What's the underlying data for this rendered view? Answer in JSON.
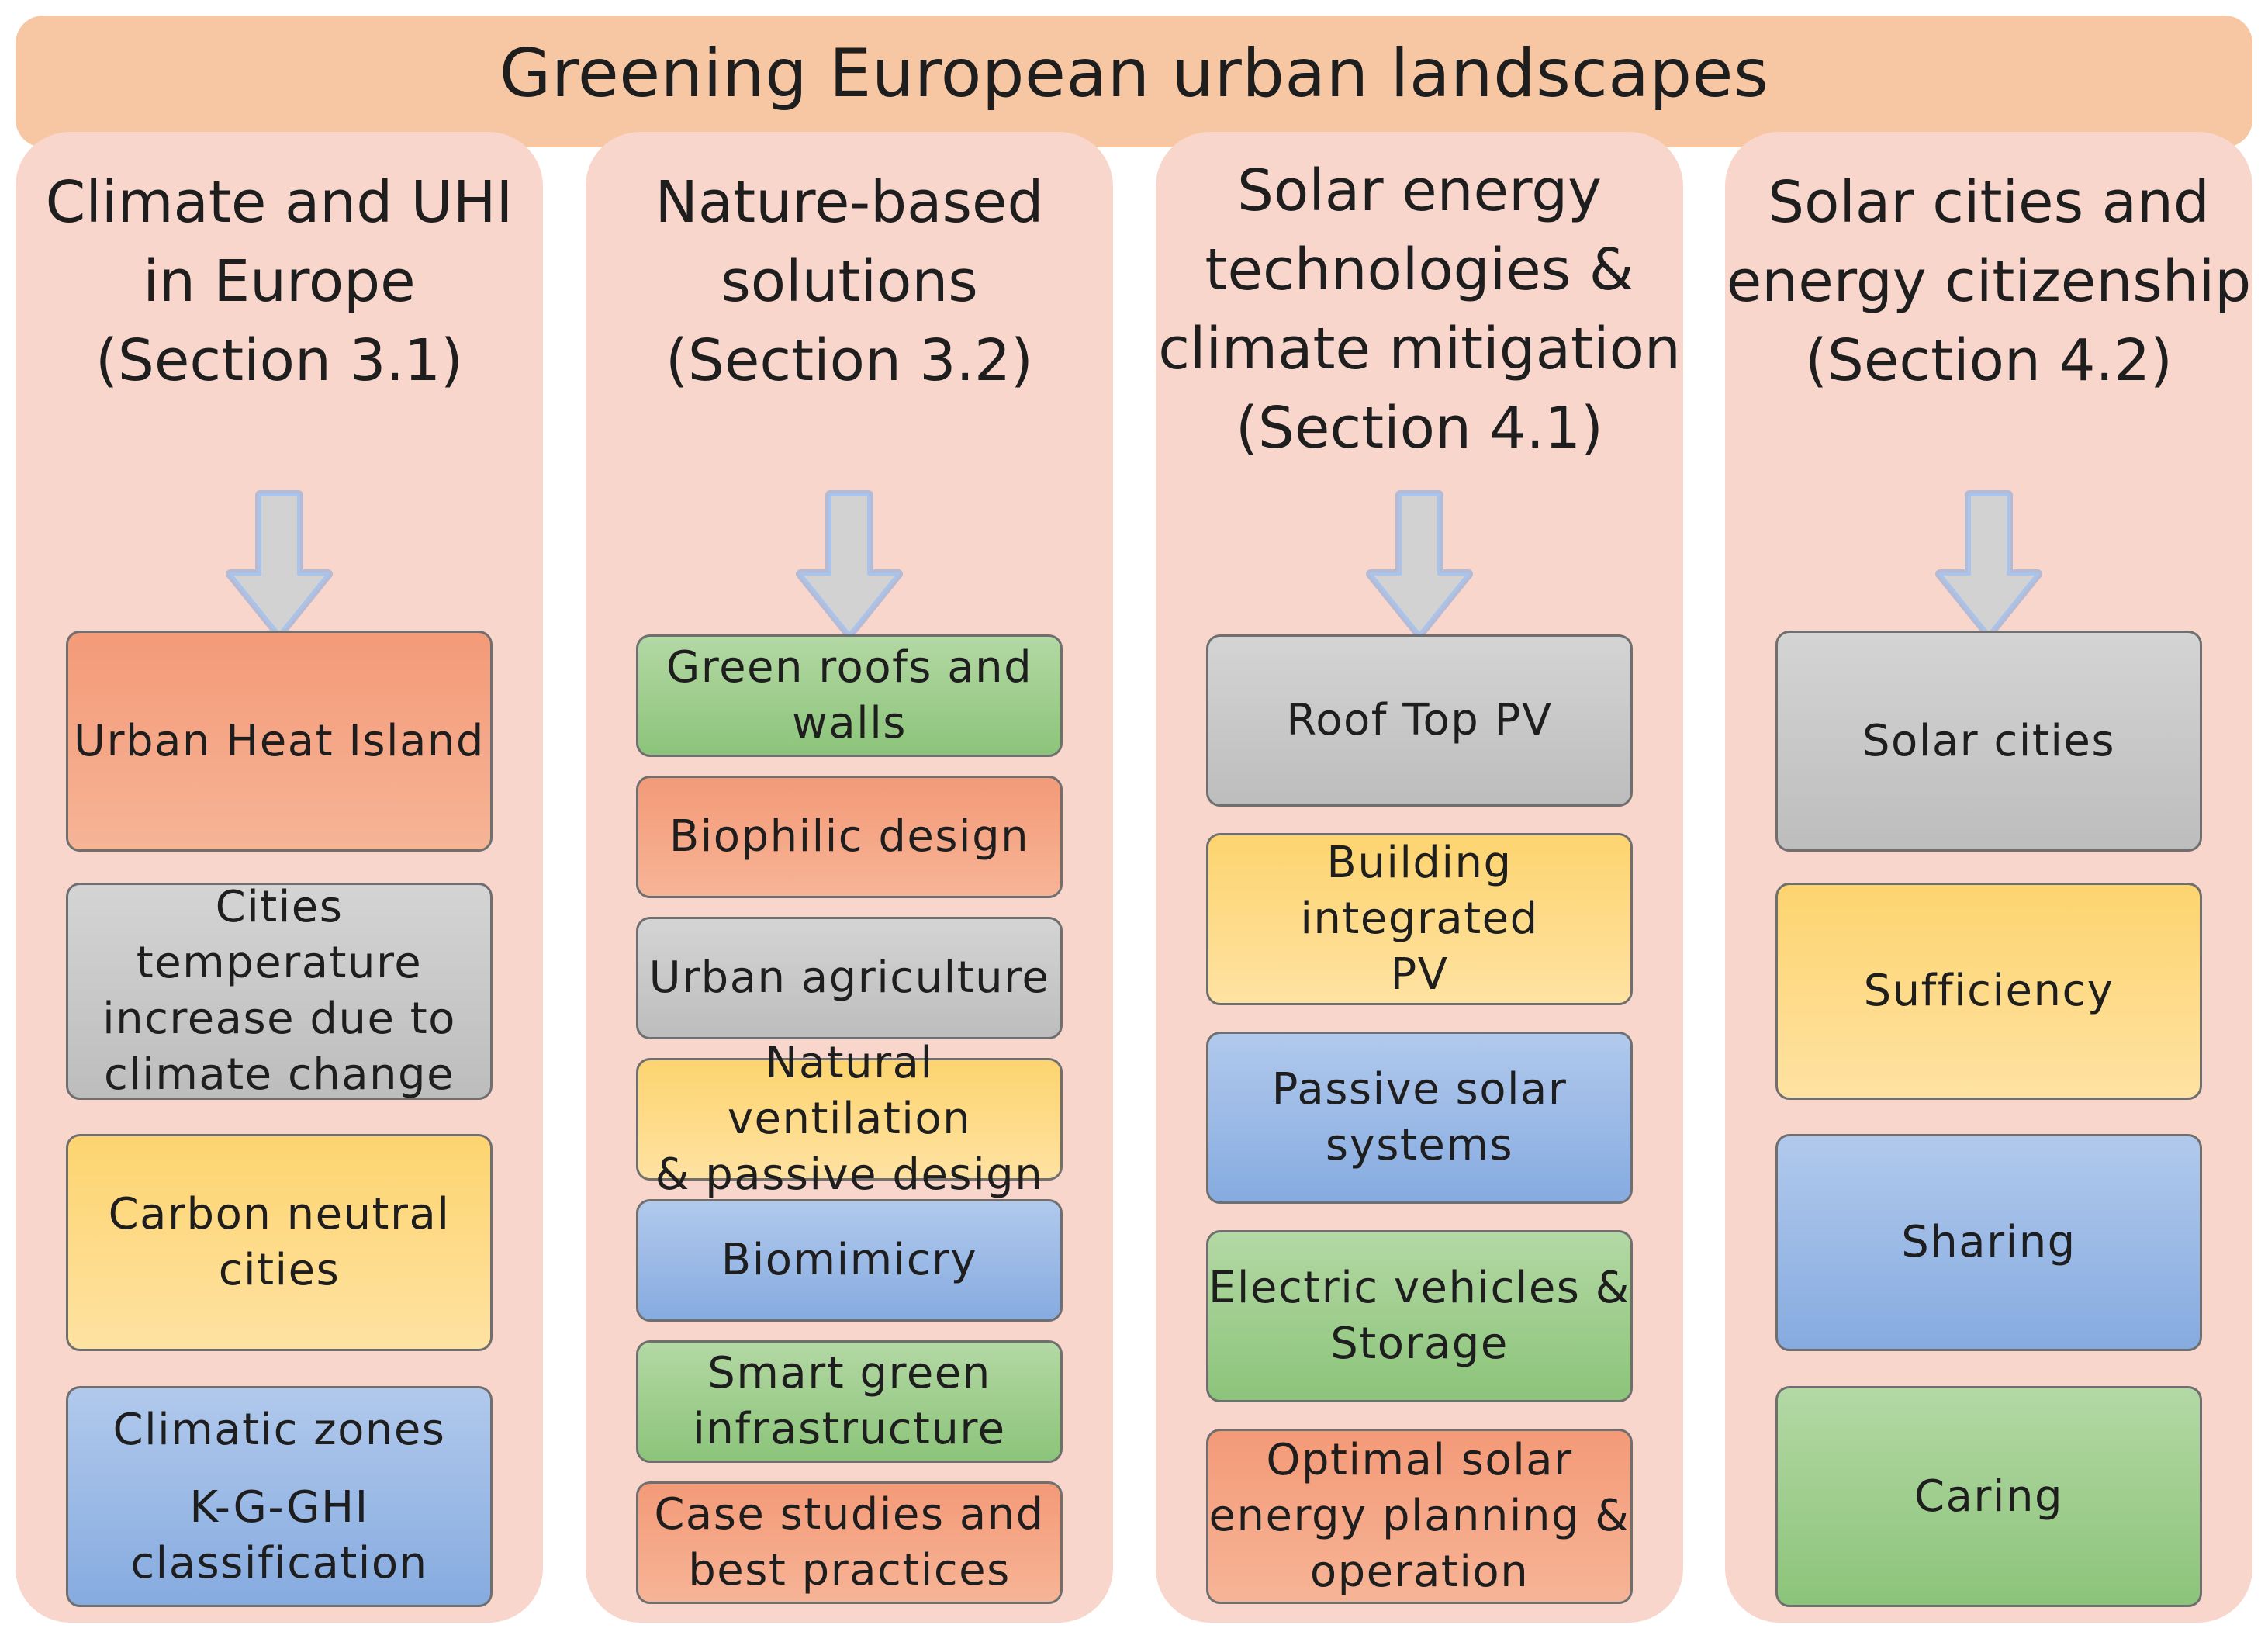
{
  "title": "Greening European urban landscapes",
  "columns": [
    {
      "title_lines": [
        "Climate and UHI",
        "in Europe",
        "(Section 3.1)"
      ],
      "items": [
        {
          "lines": [
            "Urban Heat Island"
          ],
          "color": "#f4a585"
        },
        {
          "lines": [
            "Cities temperature",
            "increase due to",
            "climate change"
          ],
          "color": "#c9c9c9"
        },
        {
          "lines": [
            "Carbon neutral",
            "cities"
          ],
          "color": "#fedb8a"
        },
        {
          "lines": [
            "Climatic zones",
            "K-G-GHI",
            "classification"
          ],
          "color": "#9dbbe7"
        }
      ]
    },
    {
      "title_lines": [
        "Nature-based",
        "solutions",
        "(Section 3.2)"
      ],
      "items": [
        {
          "lines": [
            "Green roofs and",
            "walls"
          ],
          "color": "#a0ce8f"
        },
        {
          "lines": [
            "Biophilic design"
          ],
          "color": "#f4a585"
        },
        {
          "lines": [
            "Urban agriculture"
          ],
          "color": "#c9c9c9"
        },
        {
          "lines": [
            "Natural ventilation",
            "& passive design"
          ],
          "color": "#fedb8a"
        },
        {
          "lines": [
            "Biomimicry"
          ],
          "color": "#9dbbe7"
        },
        {
          "lines": [
            "Smart green",
            "infrastructure"
          ],
          "color": "#a0ce8f"
        },
        {
          "lines": [
            "Case studies and",
            "best practices"
          ],
          "color": "#f4a585"
        }
      ]
    },
    {
      "title_lines": [
        "Solar energy",
        "technologies &",
        "climate mitigation",
        "(Section 4.1)"
      ],
      "items": [
        {
          "lines": [
            "Roof Top PV"
          ],
          "color": "#c9c9c9"
        },
        {
          "lines": [
            "Building integrated",
            "PV"
          ],
          "color": "#fedb8a"
        },
        {
          "lines": [
            "Passive solar",
            "systems"
          ],
          "color": "#9dbbe7"
        },
        {
          "lines": [
            "Electric vehicles &",
            "Storage"
          ],
          "color": "#a0ce8f"
        },
        {
          "lines": [
            "Optimal solar",
            "energy planning &",
            "operation"
          ],
          "color": "#f4a585"
        }
      ]
    },
    {
      "title_lines": [
        "Solar cities and",
        "energy citizenship",
        "(Section 4.2)"
      ],
      "items": [
        {
          "lines": [
            "Solar cities"
          ],
          "color": "#c9c9c9"
        },
        {
          "lines": [
            "Sufficiency"
          ],
          "color": "#fedb8a"
        },
        {
          "lines": [
            "Sharing"
          ],
          "color": "#9dbbe7"
        },
        {
          "lines": [
            "Caring"
          ],
          "color": "#a0ce8f"
        }
      ]
    }
  ]
}
